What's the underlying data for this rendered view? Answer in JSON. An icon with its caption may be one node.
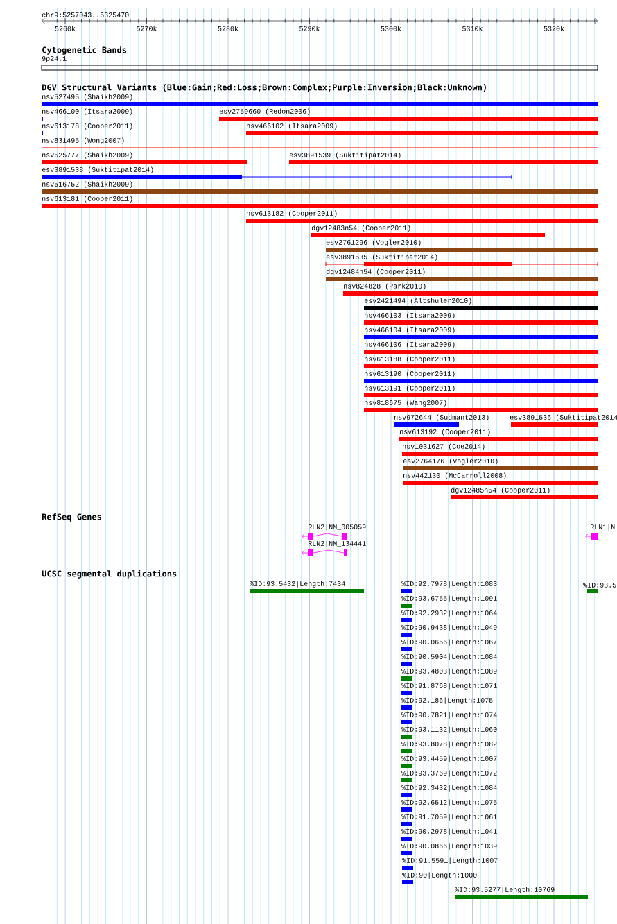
{
  "diagram": {
    "title": "chr9:5257043..5325470",
    "nodes": [
      {
        "text": [
          "nsv527495 (Shaikh2009)"
        ]
      },
      {
        "text": [
          "nsv466100 (Itsara2009)"
        ]
      },
      {
        "text": [
          "esv2759660 (Redon2006)"
        ]
      },
      {
        "text": [
          "nsv613178 (Cooper2011)"
        ]
      },
      {
        "text": [
          "nsv466102 (Itsara2009)"
        ]
      },
      {
        "text": [
          "nsv831495 (Wong2007)"
        ]
      },
      {
        "text": [
          "nsv525777 (Shaikh2009)"
        ]
      },
      {
        "text": [
          "esv3891539 (Suktitipat2014)"
        ]
      },
      {
        "text": [
          "esv3891538 (Suktitipat2014)"
        ]
      },
      {
        "text": [
          "nsv516752 (Shaikh2009)"
        ]
      },
      {
        "text": [
          "nsv613181 (Cooper2011)"
        ]
      },
      {
        "text": [
          "nsv613182 (Cooper2011)"
        ]
      },
      {
        "text": [
          "dgv12483n54 (Cooper2011)"
        ]
      },
      {
        "text": [
          "esv2761296 (Vogler2010)"
        ]
      },
      {
        "text": [
          "esv3891535 (Suktitipat2014)"
        ]
      },
      {
        "text": [
          "dgv12484n54 (Cooper2011)"
        ]
      },
      {
        "text": [
          "nsv824828 (Park2010)"
        ]
      },
      {
        "text": [
          "esv2421494 (Altshuler2010)"
        ]
      },
      {
        "text": [
          "nsv466103 (Itsara2009)"
        ]
      },
      {
        "text": [
          "nsv466104 (Itsara2009)"
        ]
      },
      {
        "text": [
          "nsv466106 (Itsara2009)"
        ]
      },
      {
        "text": [
          "nsv613188 (Cooper2011)"
        ]
      },
      {
        "text": [
          "nsv613190 (Cooper2011)"
        ]
      },
      {
        "text": [
          "nsv613191 (Cooper2011)"
        ]
      },
      {
        "text": [
          "nsv818675 (Wang2007)"
        ]
      },
      {
        "text": [
          "nsv972644 (Sudmant2013)"
        ]
      },
      {
        "text": [
          "esv3891536 (Suktitipat2014"
        ]
      },
      {
        "text": [
          "nsv613192 (Cooper2011)"
        ]
      },
      {
        "text": [
          "nsv1031627 (Coe2014)"
        ]
      },
      {
        "text": [
          "esv2764176 (Vogler2010)"
        ]
      },
      {
        "text": [
          "nsv442130 (McCarroll2008)"
        ]
      },
      {
        "text": [
          "dgv12485n54 (Cooper2011)"
        ]
      },
      {
        "text": [
          "RLN2|NM_005059"
        ]
      },
      {
        "text": [
          "RLN2|NM_134441"
        ]
      },
      {
        "text": [
          "RLN1|N"
        ]
      },
      {
        "text": [
          "%ID:93.5432|Length:7434"
        ]
      },
      {
        "text": [
          "%ID:92.7978|Length:1083"
        ]
      },
      {
        "text": [
          "%ID:93.5"
        ]
      },
      {
        "text": [
          "%ID:93.6755|Length:1091"
        ]
      },
      {
        "text": [
          "%ID:92.2932|Length:1064"
        ]
      },
      {
        "text": [
          "%ID:90.9438|Length:1049"
        ]
      },
      {
        "text": [
          "%ID:90.0656|Length:1067"
        ]
      },
      {
        "text": [
          "%ID:90.5904|Length:1084"
        ]
      },
      {
        "text": [
          "%ID:93.4803|Length:1089"
        ]
      },
      {
        "text": [
          "%ID:91.8768|Length:1071"
        ]
      },
      {
        "text": [
          "%ID:92.186|Length:1075"
        ]
      },
      {
        "text": [
          "%ID:90.7821|Length:1074"
        ]
      },
      {
        "text": [
          "%ID:93.1132|Length:1060"
        ]
      },
      {
        "text": [
          "%ID:93.8078|Length:1082"
        ]
      },
      {
        "text": [
          "%ID:93.4459|Length:1007"
        ]
      },
      {
        "text": [
          "%ID:93.3769|Length:1072"
        ]
      },
      {
        "text": [
          "%ID:92.3432|Length:1084"
        ]
      },
      {
        "text": [
          "%ID:92.6512|Length:1075"
        ]
      },
      {
        "text": [
          "%ID:91.7059|Length:1061"
        ]
      },
      {
        "text": [
          "%ID:90.2978|Length:1041"
        ]
      },
      {
        "text": [
          "%ID:90.0866|Length:1039"
        ]
      },
      {
        "text": [
          "%ID:91.5591|Length:1007"
        ]
      },
      {
        "text": [
          "%ID:90|Length:1000"
        ]
      },
      {
        "text": [
          "%ID:93.5277|Length:10769"
        ]
      }
    ],
    "labels": [
      "5260k",
      "5270k",
      "5280k",
      "5290k",
      "5300k",
      "5310k",
      "5320k",
      "Cytogenetic Bands",
      "9p24.1",
      "DGV Structural Variants (Blue:Gain;Red:Loss;Brown:Complex;Purple:Inversion;Black:Unknown)",
      "RefSeq Genes",
      "UCSC segmental duplications"
    ]
  }
}
